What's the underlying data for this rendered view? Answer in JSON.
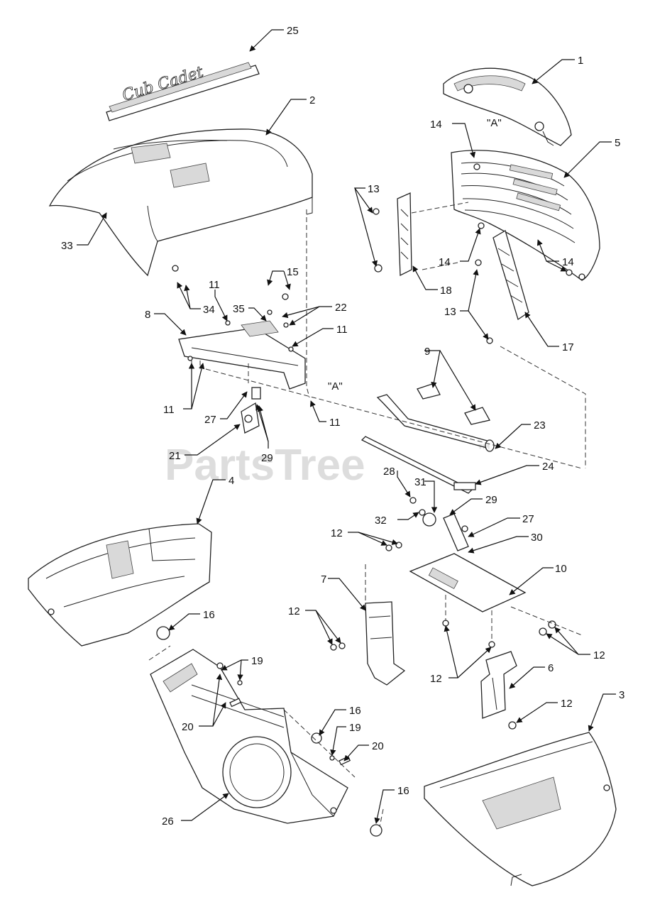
{
  "watermark": {
    "text": "PartsTree",
    "trademark": "™"
  },
  "logo_text": "Cub Cadet",
  "callouts": [
    {
      "id": "c25",
      "text": "25"
    },
    {
      "id": "c1",
      "text": "1"
    },
    {
      "id": "c2",
      "text": "2"
    },
    {
      "id": "c14a",
      "text": "14"
    },
    {
      "id": "cA1",
      "text": "\"A\""
    },
    {
      "id": "c5",
      "text": "5"
    },
    {
      "id": "c13a",
      "text": "13"
    },
    {
      "id": "c33",
      "text": "33"
    },
    {
      "id": "c14b",
      "text": "14"
    },
    {
      "id": "c14c",
      "text": "14"
    },
    {
      "id": "c15",
      "text": "15"
    },
    {
      "id": "c18",
      "text": "18"
    },
    {
      "id": "c11a",
      "text": "11"
    },
    {
      "id": "c34",
      "text": "34"
    },
    {
      "id": "c35",
      "text": "35"
    },
    {
      "id": "c22",
      "text": "22"
    },
    {
      "id": "c13b",
      "text": "13"
    },
    {
      "id": "c8",
      "text": "8"
    },
    {
      "id": "c11b",
      "text": "11"
    },
    {
      "id": "c17",
      "text": "17"
    },
    {
      "id": "cA2",
      "text": "\"A\""
    },
    {
      "id": "c9",
      "text": "9"
    },
    {
      "id": "c11c",
      "text": "11"
    },
    {
      "id": "c27a",
      "text": "27"
    },
    {
      "id": "c11d",
      "text": "11"
    },
    {
      "id": "c23",
      "text": "23"
    },
    {
      "id": "c21",
      "text": "21"
    },
    {
      "id": "c29a",
      "text": "29"
    },
    {
      "id": "c4",
      "text": "4"
    },
    {
      "id": "c28",
      "text": "28"
    },
    {
      "id": "c24",
      "text": "24"
    },
    {
      "id": "c31",
      "text": "31"
    },
    {
      "id": "c32",
      "text": "32"
    },
    {
      "id": "c29b",
      "text": "29"
    },
    {
      "id": "c27b",
      "text": "27"
    },
    {
      "id": "c12a",
      "text": "12"
    },
    {
      "id": "c30",
      "text": "30"
    },
    {
      "id": "c10",
      "text": "10"
    },
    {
      "id": "c7",
      "text": "7"
    },
    {
      "id": "c16a",
      "text": "16"
    },
    {
      "id": "c12b",
      "text": "12"
    },
    {
      "id": "c12c",
      "text": "12"
    },
    {
      "id": "c19a",
      "text": "19"
    },
    {
      "id": "c6",
      "text": "6"
    },
    {
      "id": "c12d",
      "text": "12"
    },
    {
      "id": "c20a",
      "text": "20"
    },
    {
      "id": "c12e",
      "text": "12"
    },
    {
      "id": "c16b",
      "text": "16"
    },
    {
      "id": "c3",
      "text": "3"
    },
    {
      "id": "c19b",
      "text": "19"
    },
    {
      "id": "c20b",
      "text": "20"
    },
    {
      "id": "c16c",
      "text": "16"
    },
    {
      "id": "c26",
      "text": "26"
    }
  ]
}
